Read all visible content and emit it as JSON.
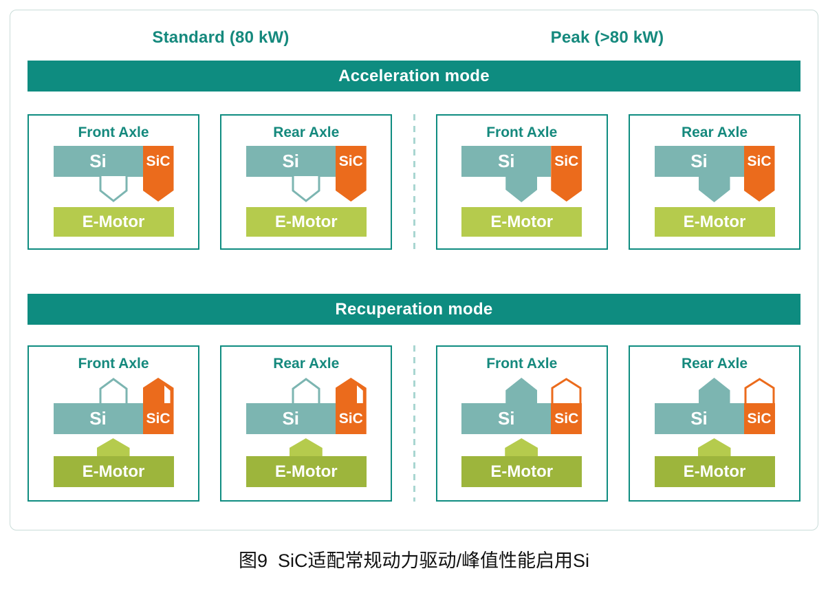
{
  "headers": {
    "standard": "Standard (80 kW)",
    "peak": "Peak (>80 kW)"
  },
  "labels": {
    "si": "Si",
    "sic": "SiC",
    "emotor": "E-Motor"
  },
  "modes": [
    {
      "label": "Acceleration mode",
      "boxes": [
        {
          "title": "Front Axle",
          "column": "standard",
          "si_flow": "idle-hollow-down",
          "sic_flow": "active-solid-down"
        },
        {
          "title": "Rear Axle",
          "column": "standard",
          "si_flow": "idle-hollow-down",
          "sic_flow": "active-solid-down"
        },
        {
          "title": "Front Axle",
          "column": "peak",
          "si_flow": "active-solid-down",
          "sic_flow": "active-solid-down"
        },
        {
          "title": "Rear Axle",
          "column": "peak",
          "si_flow": "active-solid-down",
          "sic_flow": "active-solid-down"
        }
      ]
    },
    {
      "label": "Recuperation mode",
      "boxes": [
        {
          "title": "Front Axle",
          "column": "standard",
          "si_flow": "idle-hollow-up",
          "sic_flow": "active-solid-up"
        },
        {
          "title": "Rear Axle",
          "column": "standard",
          "si_flow": "idle-hollow-up",
          "sic_flow": "active-solid-up"
        },
        {
          "title": "Front Axle",
          "column": "peak",
          "si_flow": "active-solid-up",
          "sic_flow": "idle-hollow-up"
        },
        {
          "title": "Rear Axle",
          "column": "peak",
          "si_flow": "active-solid-up",
          "sic_flow": "idle-hollow-up"
        }
      ]
    }
  ],
  "caption": "图9  SiC适配常规动力驱动/峰值性能启用Si",
  "colors": {
    "teal": "#0E8C80",
    "title_teal": "#15897D",
    "si_teal": "#7CB5B1",
    "sic_orange": "#EB6B1C",
    "green_light": "#B5CB4D",
    "green_olive": "#9DB53C",
    "dash_teal": "#A9D6D1"
  }
}
